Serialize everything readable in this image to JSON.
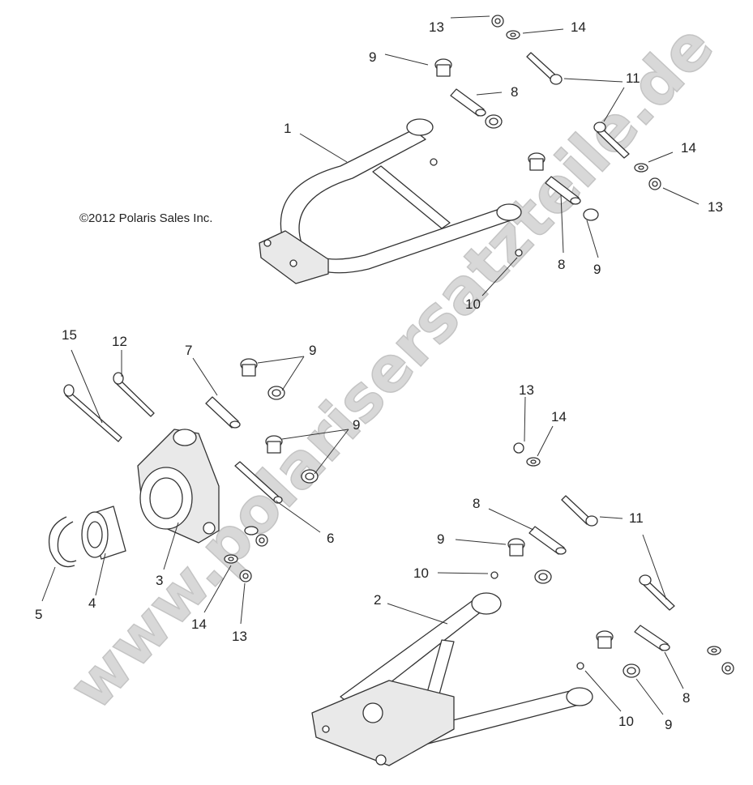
{
  "copyright": "©2012 Polaris Sales Inc.",
  "watermark": "www.polarisersatzteile.de",
  "callouts": [
    {
      "id": "c13a",
      "text": "13"
    },
    {
      "id": "c14a",
      "text": "14"
    },
    {
      "id": "c9a",
      "text": "9"
    },
    {
      "id": "c11a",
      "text": "11"
    },
    {
      "id": "c8a",
      "text": "8"
    },
    {
      "id": "c1",
      "text": "1"
    },
    {
      "id": "c14b",
      "text": "14"
    },
    {
      "id": "c13b",
      "text": "13"
    },
    {
      "id": "c8b",
      "text": "8"
    },
    {
      "id": "c9b",
      "text": "9"
    },
    {
      "id": "c10a",
      "text": "10"
    },
    {
      "id": "c15",
      "text": "15"
    },
    {
      "id": "c12",
      "text": "12"
    },
    {
      "id": "c7",
      "text": "7"
    },
    {
      "id": "c9c",
      "text": "9"
    },
    {
      "id": "c9d",
      "text": "9"
    },
    {
      "id": "c13c",
      "text": "13"
    },
    {
      "id": "c14c",
      "text": "14"
    },
    {
      "id": "c6",
      "text": "6"
    },
    {
      "id": "c8c",
      "text": "8"
    },
    {
      "id": "c11b",
      "text": "11"
    },
    {
      "id": "c9e",
      "text": "9"
    },
    {
      "id": "c10b",
      "text": "10"
    },
    {
      "id": "c5",
      "text": "5"
    },
    {
      "id": "c4",
      "text": "4"
    },
    {
      "id": "c3",
      "text": "3"
    },
    {
      "id": "c14d",
      "text": "14"
    },
    {
      "id": "c13d",
      "text": "13"
    },
    {
      "id": "c2",
      "text": "2"
    },
    {
      "id": "c8d",
      "text": "8"
    },
    {
      "id": "c10c",
      "text": "10"
    },
    {
      "id": "c9f",
      "text": "9"
    }
  ]
}
